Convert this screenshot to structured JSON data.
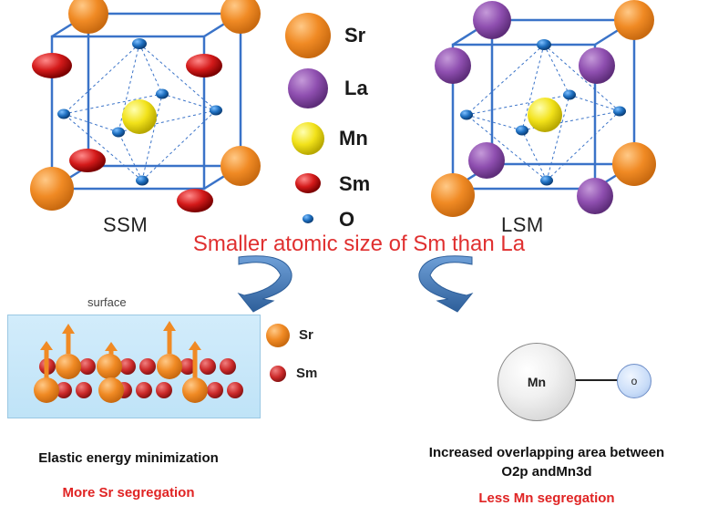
{
  "structures": {
    "left_label": "SSM",
    "right_label": "LSM"
  },
  "legend": [
    {
      "symbol": "Sr",
      "color": "#f08a24"
    },
    {
      "symbol": "La",
      "color": "#8f4fb0"
    },
    {
      "symbol": "Mn",
      "color": "#f2e21a"
    },
    {
      "symbol": "Sm",
      "color": "#d41a1a"
    },
    {
      "symbol": "O",
      "color": "#1e6fc0"
    }
  ],
  "headline": "Smaller atomic size of Sm than La",
  "surface_panel": {
    "label": "surface",
    "legend": [
      {
        "symbol": "Sr",
        "color": "#f08a24"
      },
      {
        "symbol": "Sm",
        "color": "#cc2a2a"
      }
    ]
  },
  "bond_diagram": {
    "center": "Mn",
    "partner": "o"
  },
  "left_result": {
    "cause": "Elastic energy  minimization",
    "effect": "More Sr segregation"
  },
  "right_result": {
    "cause_line1": "Increased overlapping area between",
    "cause_line2": "O2p andMn3d",
    "effect": "Less Mn segregation"
  }
}
